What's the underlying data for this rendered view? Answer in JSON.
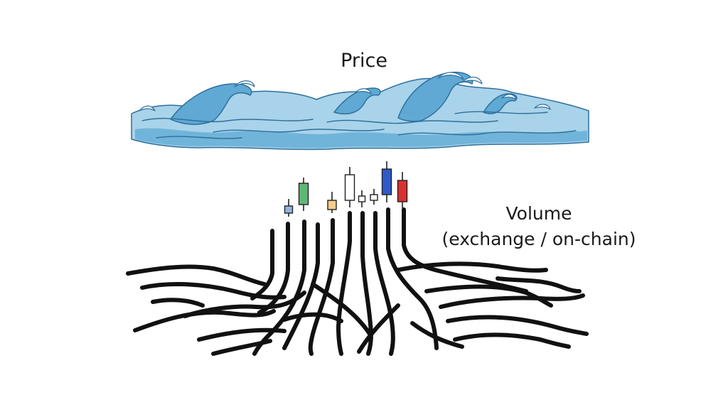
{
  "labels": {
    "price": "Price",
    "volume_line1": "Volume",
    "volume_line2": "(exchange / on-chain)"
  },
  "colors": {
    "wave_light": "#a9d3ea",
    "wave_mid": "#5fa9d4",
    "wave_dark": "#2f6f9c",
    "foam": "#ffffff",
    "roots": "#111111",
    "candle_green": "#5fb878",
    "candle_blue": "#2f59c8",
    "candle_red": "#d8322f",
    "candle_yellow": "#f3cf8a",
    "candle_lightblue": "#8fb6e0",
    "candle_white": "#ffffff"
  },
  "candles": [
    {
      "color": "candle_lightblue"
    },
    {
      "color": "candle_green"
    },
    {
      "color": "candle_yellow"
    },
    {
      "color": "candle_white"
    },
    {
      "color": "candle_white"
    },
    {
      "color": "candle_white"
    },
    {
      "color": "candle_blue"
    },
    {
      "color": "candle_red"
    }
  ]
}
